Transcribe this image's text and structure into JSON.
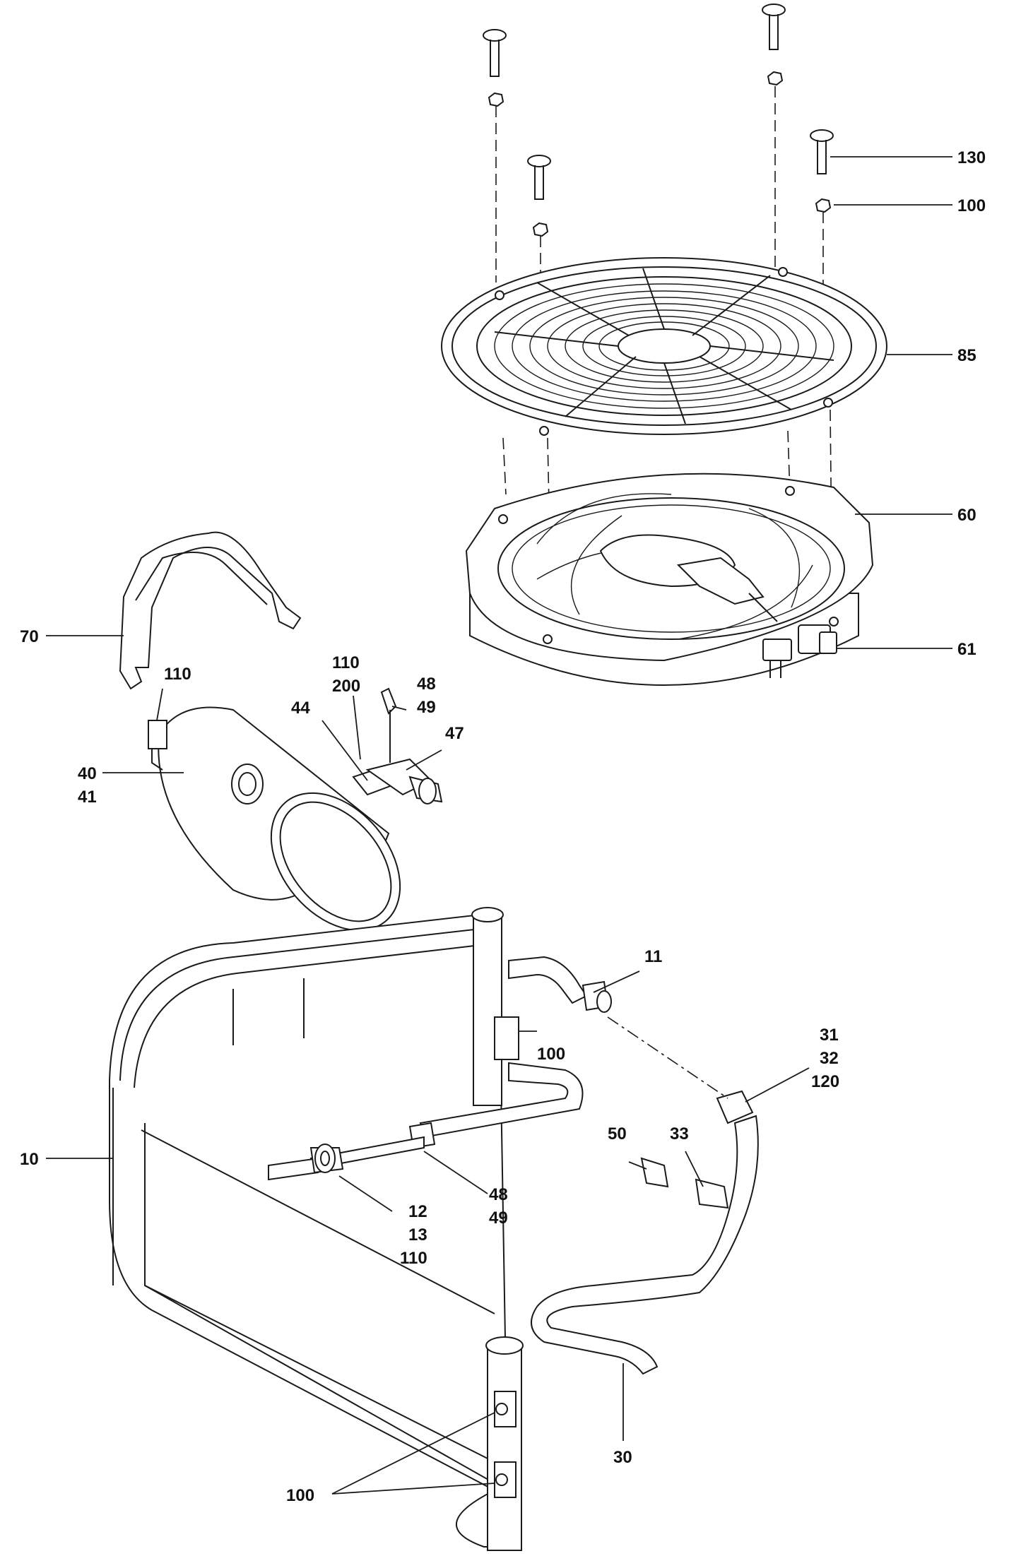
{
  "callouts": {
    "c130": "130",
    "c100_top": "100",
    "c85": "85",
    "c60": "60",
    "c61": "61",
    "c70": "70",
    "c110_a": "110",
    "c110_b": "110",
    "c200": "200",
    "c48_top": "48",
    "c49_top": "49",
    "c44": "44",
    "c47": "47",
    "c40": "40",
    "c41": "41",
    "c11": "11",
    "c100_mid": "100",
    "c31": "31",
    "c32": "32",
    "c120": "120",
    "c10": "10",
    "c50": "50",
    "c33": "33",
    "c48_bot": "48",
    "c49_bot": "49",
    "c12": "12",
    "c13": "13",
    "c110_c": "110",
    "c30": "30",
    "c100_bot": "100"
  },
  "colors": {
    "ink": "#1a1a1a",
    "paper": "#ffffff"
  }
}
